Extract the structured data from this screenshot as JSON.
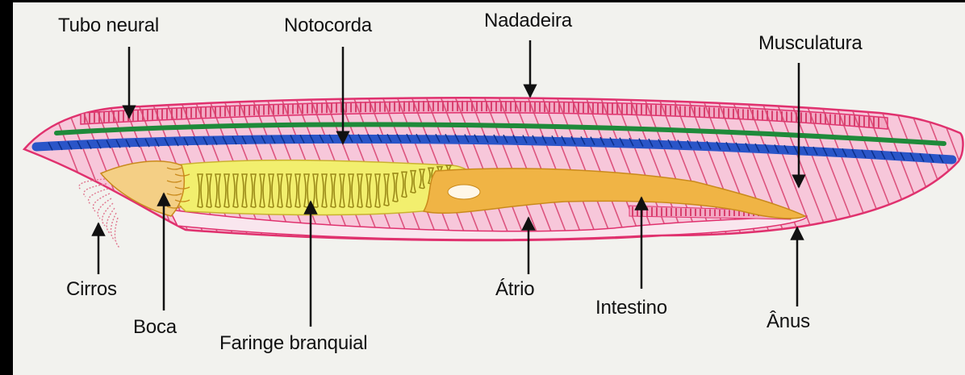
{
  "labels": {
    "tubo_neural": "Tubo neural",
    "notocorda": "Notocorda",
    "nadadeira": "Nadadeira",
    "musculatura": "Musculatura",
    "cirros": "Cirros",
    "boca": "Boca",
    "faringe_branquial": "Faringe branquial",
    "atrio": "Átrio",
    "intestino": "Intestino",
    "anus": "Ânus"
  },
  "colors": {
    "background": "#f2f2ee",
    "frame": "#000000",
    "body_fill": "#f7b9d2",
    "body_outline": "#e0316e",
    "myomeres": "#d8406e",
    "notochord": "#2a55c8",
    "neural_tube": "#1f8a3a",
    "pharynx": "#f2ef6e",
    "gut": "#f0b445"
  }
}
